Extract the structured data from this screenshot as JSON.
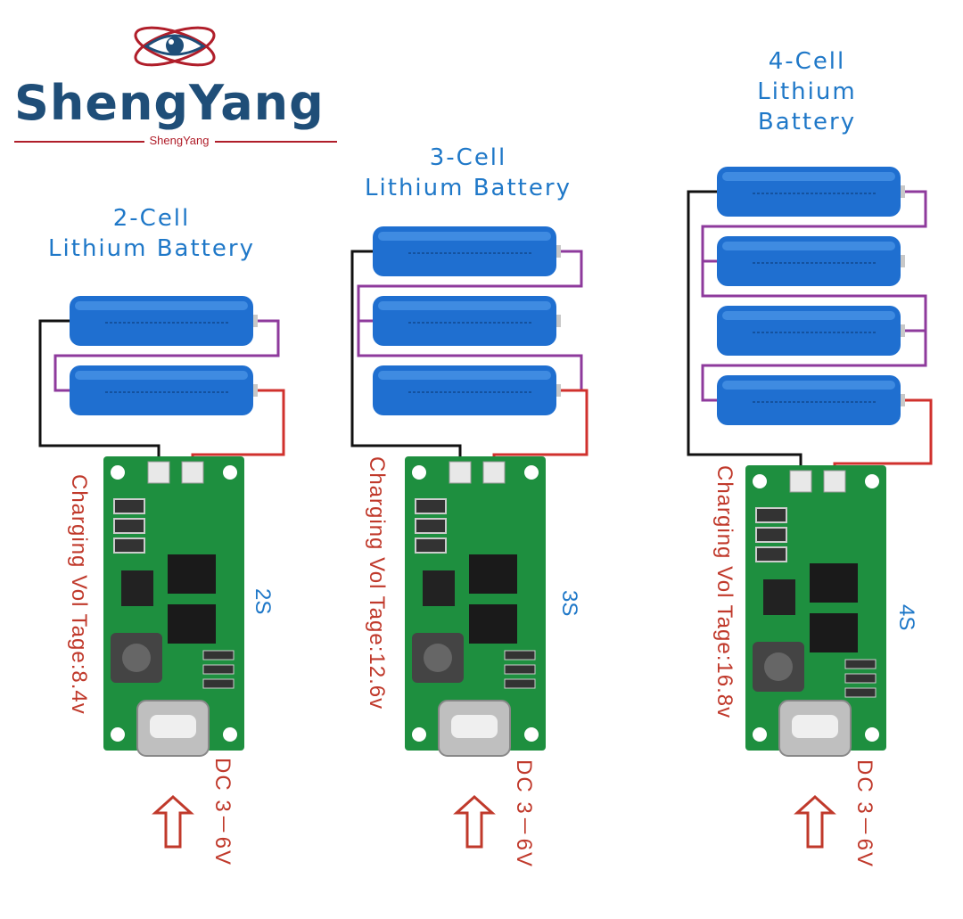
{
  "brand": {
    "name": "ShengYang",
    "subtitle": "ShengYang",
    "logo_icon": "eye-orbit-icon"
  },
  "colors": {
    "heading": "#1f78c8",
    "brand_text": "#1f4e78",
    "accent_red": "#c0392b",
    "board_green": "#1e8f3f",
    "battery_blue": "#1f6fd0",
    "wire_purple": "#8e3a9c",
    "wire_red": "#d0312d",
    "wire_black": "#111111"
  },
  "modules": [
    {
      "heading": "2-Cell\nLithium Battery",
      "cells": 2,
      "series_label": "2S",
      "charging_voltage": "Charging Vol Tage:8.4v",
      "input": "DC   3－6V"
    },
    {
      "heading": "3-Cell\nLithium Battery",
      "cells": 3,
      "series_label": "3S",
      "charging_voltage": "Charging Vol Tage:12.6v",
      "input": "DC   3－6V"
    },
    {
      "heading": "4-Cell\nLithium\nBattery",
      "cells": 4,
      "series_label": "4S",
      "charging_voltage": "Charging Vol Tage:16.8v",
      "input": "DC   3－6V"
    }
  ]
}
